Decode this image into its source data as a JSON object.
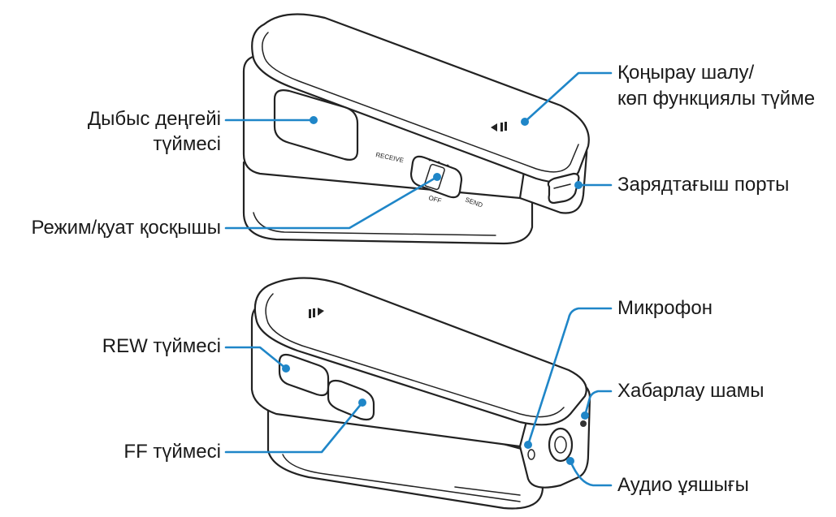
{
  "top_device": {
    "labels": {
      "volume": [
        "Дыбыс деңгейі",
        "түймесі"
      ],
      "call_end": [
        "Қоңырау шалу/",
        "көп функциялы түйме"
      ],
      "charger_port": "Зарядтағыш порты",
      "mode_switch": "Режим/қуат қосқышы"
    },
    "switch_marks": {
      "receive": "RECEIVE",
      "off": "OFF",
      "send": "SEND"
    }
  },
  "bottom_device": {
    "labels": {
      "rew": "REW түймесі",
      "ff": "FF түймесі",
      "mic": "Микрофон",
      "indicator": "Хабарлау шамы",
      "audio_jack": "Аудио ұяшығы"
    }
  },
  "colors": {
    "callout_line": "#1f86c8",
    "outline": "#222222",
    "text": "#1a1a1a"
  },
  "icons": {
    "play_pause": "play-pause-icon"
  }
}
